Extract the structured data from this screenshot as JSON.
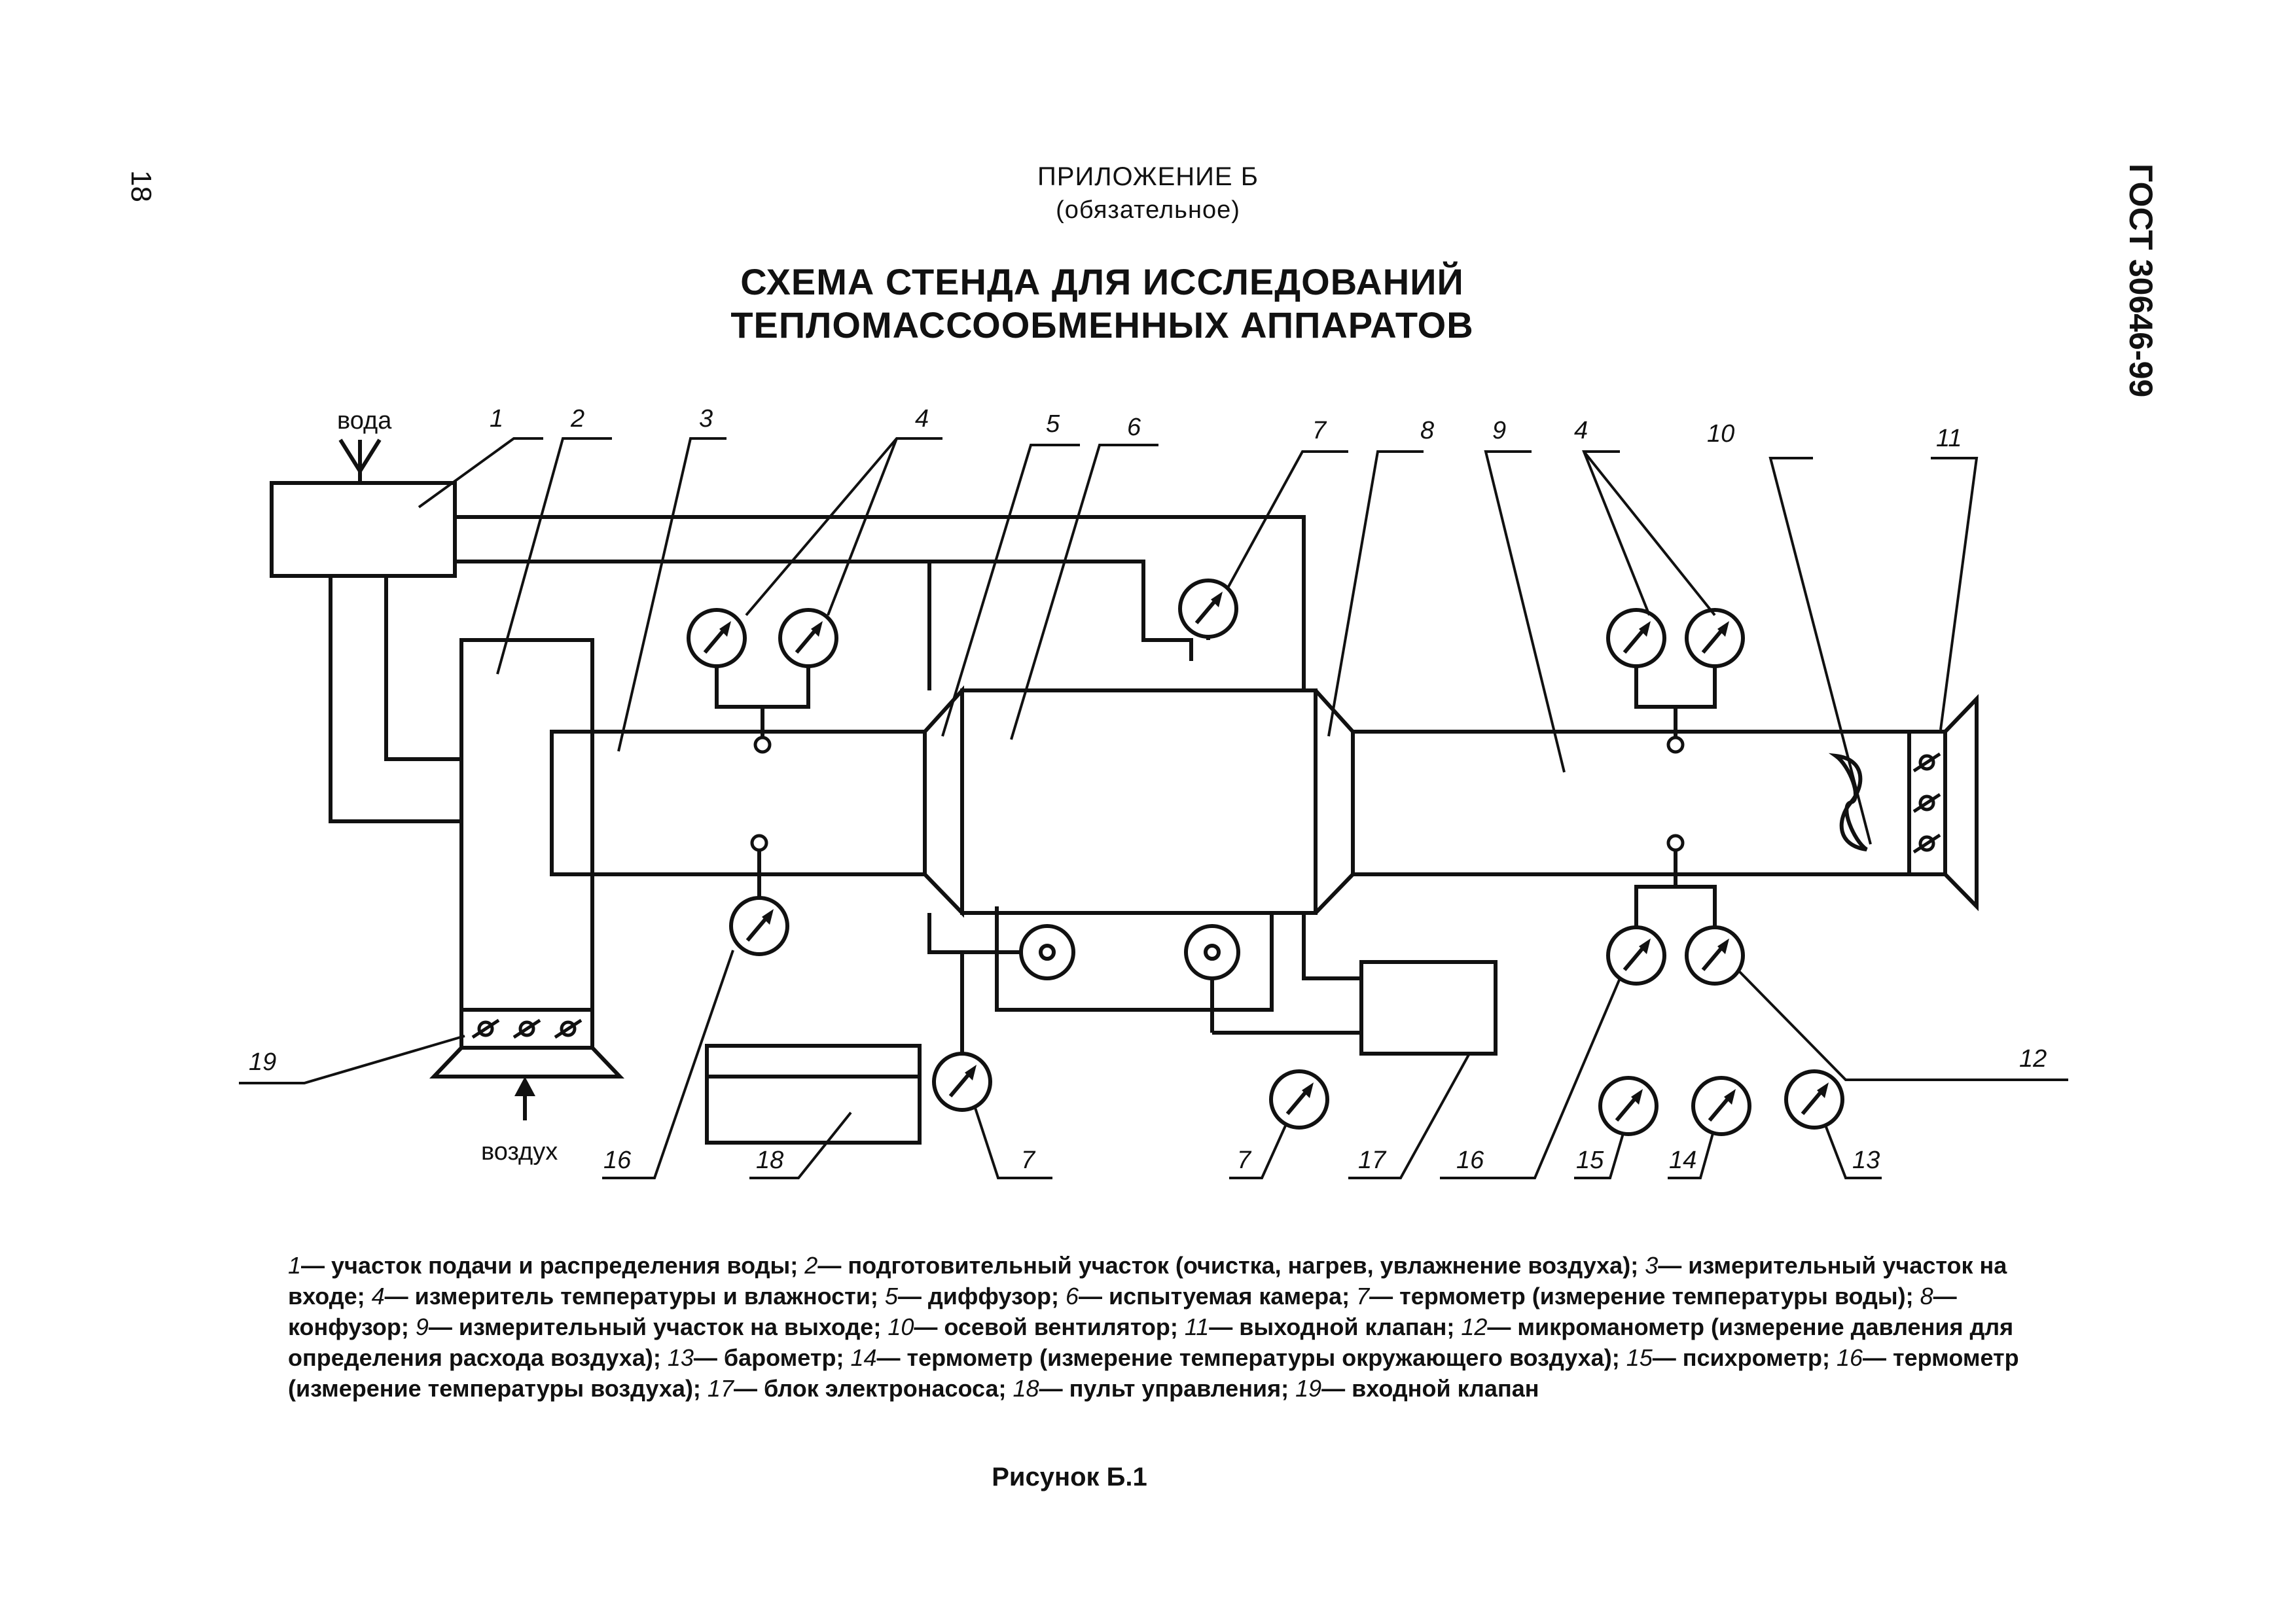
{
  "page_number": "18",
  "standard": "ГОСТ 30646-99",
  "appendix": {
    "title": "ПРИЛОЖЕНИЕ Б",
    "note": "(обязательное)"
  },
  "heading": {
    "line1": "СХЕМА СТЕНДА ДЛЯ ИССЛЕДОВАНИЙ",
    "line2": "ТЕПЛОМАССООБМЕННЫХ АППАРАТОВ"
  },
  "diagram": {
    "label_water": "вода",
    "label_air": "воздух",
    "callouts": {
      "c1": "1",
      "c2": "2",
      "c3": "3",
      "c4a": "4",
      "c5": "5",
      "c6": "6",
      "c7a": "7",
      "c8": "8",
      "c9": "9",
      "c4b": "4",
      "c10": "10",
      "c11": "11",
      "c12": "12",
      "c19": "19",
      "c16a": "16",
      "c18": "18",
      "c7b": "7",
      "c7c": "7",
      "c17": "17",
      "c16b": "16",
      "c15": "15",
      "c14": "14",
      "c13": "13"
    }
  },
  "legend": [
    {
      "num": "1",
      "text": "— участок подачи и распределения воды; "
    },
    {
      "num": "2",
      "text": "— подготовительный участок (очистка, нагрев, увлажнение воздуха); "
    },
    {
      "num": "3",
      "text": "— измерительный участок на входе; "
    },
    {
      "num": "4",
      "text": "— измеритель температуры и влажности; "
    },
    {
      "num": "5",
      "text": "— диффузор; "
    },
    {
      "num": "6",
      "text": "— испытуемая камера; "
    },
    {
      "num": "7",
      "text": "— термометр (измерение температуры воды); "
    },
    {
      "num": "8",
      "text": "— конфузор; "
    },
    {
      "num": "9",
      "text": "— измерительный участок на выходе; "
    },
    {
      "num": "10",
      "text": "— осевой вентилятор; "
    },
    {
      "num": "11",
      "text": "— выходной клапан; "
    },
    {
      "num": "12",
      "text": "— микроманометр (измерение давления для определения расхода воздуха); "
    },
    {
      "num": "13",
      "text": "— барометр; "
    },
    {
      "num": "14",
      "text": "— термометр (измерение температуры окружающего воздуха); "
    },
    {
      "num": "15",
      "text": "— психрометр; "
    },
    {
      "num": "16",
      "text": "— термометр (измерение температуры воздуха); "
    },
    {
      "num": "17",
      "text": "— блок электронасоса; "
    },
    {
      "num": "18",
      "text": "— пульт управления; "
    },
    {
      "num": "19",
      "text": "— входной клапан"
    }
  ],
  "figure_caption": "Рисунок Б.1"
}
